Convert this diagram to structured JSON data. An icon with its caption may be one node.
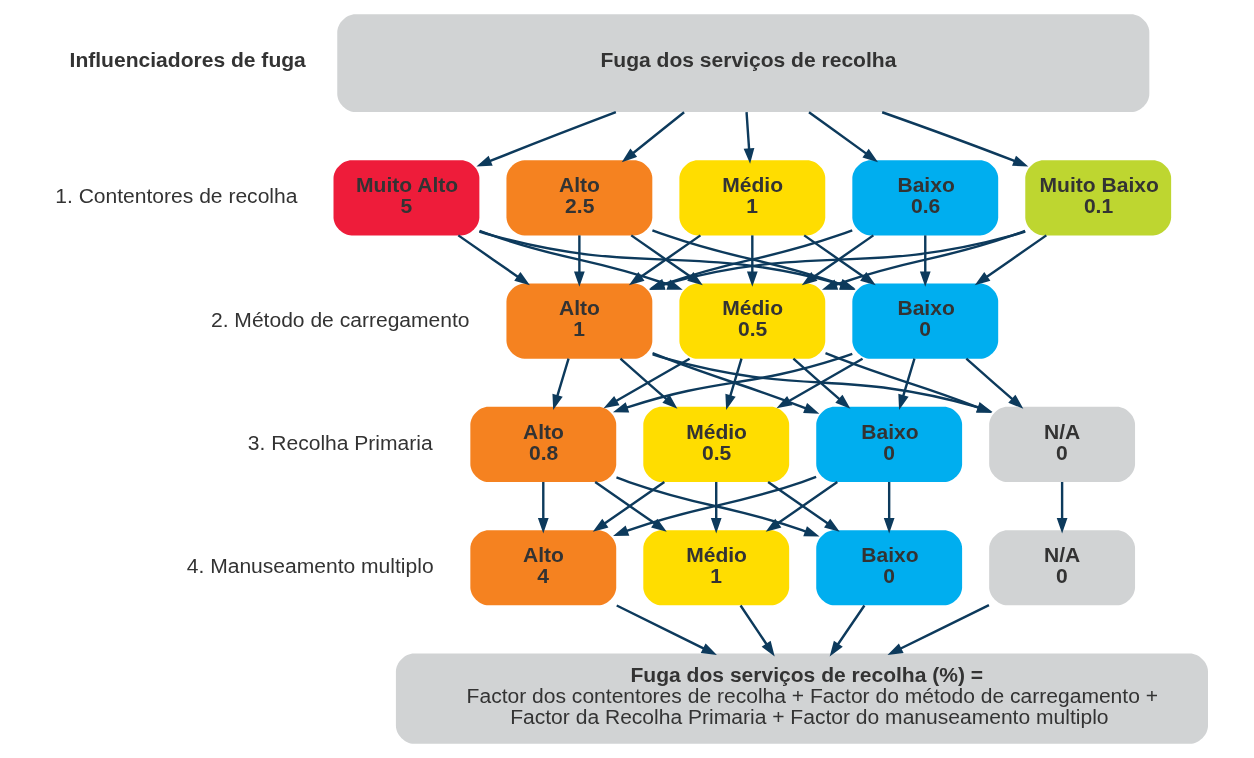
{
  "diagram": {
    "nodes": [
      {
        "text": [
          "Fuga dos serviços de recolha"
        ]
      },
      {
        "text": [
          "Muito Alto",
          "5"
        ]
      },
      {
        "text": [
          "Alto",
          "2.5"
        ]
      },
      {
        "text": [
          "Médio",
          "1"
        ]
      },
      {
        "text": [
          "Baixo",
          "0.6"
        ]
      },
      {
        "text": [
          "Muito Baixo",
          "0.1"
        ]
      },
      {
        "text": [
          "Alto",
          "1"
        ]
      },
      {
        "text": [
          "Médio",
          "0.5"
        ]
      },
      {
        "text": [
          "Baixo",
          "0"
        ]
      },
      {
        "text": [
          "Alto",
          "0.8"
        ]
      },
      {
        "text": [
          "Médio",
          "0.5"
        ]
      },
      {
        "text": [
          "Baixo",
          "0"
        ]
      },
      {
        "text": [
          "N/A",
          "0"
        ]
      },
      {
        "text": [
          "Alto",
          "4"
        ]
      },
      {
        "text": [
          "Médio",
          "1"
        ]
      },
      {
        "text": [
          "Baixo",
          "0"
        ]
      },
      {
        "text": [
          "N/A",
          "0"
        ]
      },
      {
        "text": [
          "Fuga dos serviços de recolha (%) =",
          "Factor dos contentores de recolha + Factor do método de carregamento + Factor da Recolha Primaria + Factor do manuseamento multiplo"
        ]
      }
    ],
    "edges": [
      {
        "from": 0,
        "to": 1,
        "arrow": "to"
      },
      {
        "from": 0,
        "to": 2,
        "arrow": "to"
      },
      {
        "from": 0,
        "to": 3,
        "arrow": "to"
      },
      {
        "from": 0,
        "to": 4,
        "arrow": "to"
      },
      {
        "from": 0,
        "to": 5,
        "arrow": "to"
      },
      {
        "from": 1,
        "to": 6,
        "arrow": "to"
      },
      {
        "from": 1,
        "to": 7,
        "arrow": "to"
      },
      {
        "from": 1,
        "to": 8,
        "arrow": "to"
      },
      {
        "from": 2,
        "to": 6,
        "arrow": "to"
      },
      {
        "from": 2,
        "to": 7,
        "arrow": "to"
      },
      {
        "from": 2,
        "to": 8,
        "arrow": "to"
      },
      {
        "from": 3,
        "to": 6,
        "arrow": "to"
      },
      {
        "from": 3,
        "to": 7,
        "arrow": "to"
      },
      {
        "from": 3,
        "to": 8,
        "arrow": "to"
      },
      {
        "from": 4,
        "to": 6,
        "arrow": "to"
      },
      {
        "from": 4,
        "to": 7,
        "arrow": "to"
      },
      {
        "from": 4,
        "to": 8,
        "arrow": "to"
      },
      {
        "from": 5,
        "to": 6,
        "arrow": "to"
      },
      {
        "from": 5,
        "to": 7,
        "arrow": "to"
      },
      {
        "from": 5,
        "to": 8,
        "arrow": "to"
      },
      {
        "from": 6,
        "to": 9,
        "arrow": "to"
      },
      {
        "from": 6,
        "to": 10,
        "arrow": "to"
      },
      {
        "from": 6,
        "to": 11,
        "arrow": "to"
      },
      {
        "from": 6,
        "to": 12,
        "arrow": "to"
      },
      {
        "from": 7,
        "to": 9,
        "arrow": "to"
      },
      {
        "from": 7,
        "to": 10,
        "arrow": "to"
      },
      {
        "from": 7,
        "to": 11,
        "arrow": "to"
      },
      {
        "from": 7,
        "to": 12,
        "arrow": "to"
      },
      {
        "from": 8,
        "to": 9,
        "arrow": "to"
      },
      {
        "from": 8,
        "to": 10,
        "arrow": "to"
      },
      {
        "from": 8,
        "to": 11,
        "arrow": "to"
      },
      {
        "from": 8,
        "to": 12,
        "arrow": "to"
      },
      {
        "from": 9,
        "to": 13,
        "arrow": "to"
      },
      {
        "from": 9,
        "to": 14,
        "arrow": "to"
      },
      {
        "from": 9,
        "to": 15,
        "arrow": "to"
      },
      {
        "from": 10,
        "to": 13,
        "arrow": "to"
      },
      {
        "from": 10,
        "to": 14,
        "arrow": "to"
      },
      {
        "from": 10,
        "to": 15,
        "arrow": "to"
      },
      {
        "from": 11,
        "to": 13,
        "arrow": "to"
      },
      {
        "from": 11,
        "to": 14,
        "arrow": "to"
      },
      {
        "from": 11,
        "to": 15,
        "arrow": "to"
      },
      {
        "from": 12,
        "to": 16,
        "arrow": "to"
      },
      {
        "from": 13,
        "to": 17,
        "arrow": "to"
      },
      {
        "from": 14,
        "to": 17,
        "arrow": "to"
      },
      {
        "from": 15,
        "to": 17,
        "arrow": "to"
      },
      {
        "from": 16,
        "to": 17,
        "arrow": "to"
      }
    ],
    "labels": [
      "Influenciadores de fuga",
      "1. Contentores de recolha",
      "2. Método de carregamento",
      "3. Recolha Primaria",
      "4. Manuseamento multiplo"
    ]
  }
}
